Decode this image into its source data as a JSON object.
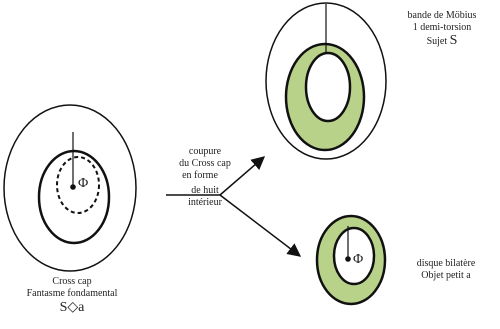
{
  "diagram": {
    "phi_symbol": "Φ",
    "crosscap": {
      "line1": "Cross cap",
      "line2": "Fantasme fondamental",
      "formula": "S◇a"
    },
    "cut": {
      "line1": "coupure",
      "line2": "du Cross cap",
      "line3": "en forme",
      "line4": "de huit",
      "line5": "intérieur"
    },
    "mobius": {
      "line1": "bande de Möbius",
      "line2": "1 demi-torsion",
      "line3_prefix": "Sujet",
      "line3_symbol": "S"
    },
    "disk": {
      "line1": "disque bilatère",
      "line2": "Objet petit a"
    },
    "colors": {
      "green_fill": "#b9d28a",
      "stroke": "#111111"
    }
  }
}
